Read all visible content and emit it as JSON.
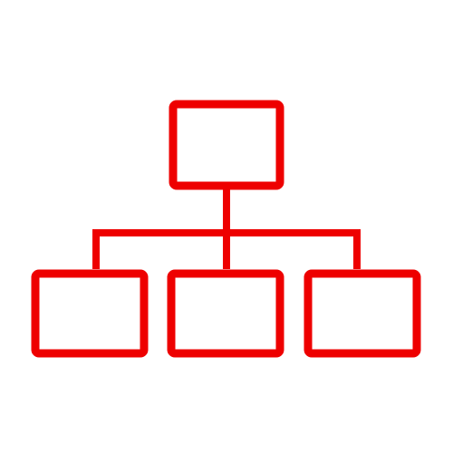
{
  "icon": {
    "name": "org-chart-icon",
    "color": "#ee0000",
    "background": "#ffffff"
  },
  "hierarchy": {
    "root": {
      "name": "top-node"
    },
    "children": [
      {
        "name": "left-node"
      },
      {
        "name": "center-node"
      },
      {
        "name": "right-node"
      }
    ]
  }
}
